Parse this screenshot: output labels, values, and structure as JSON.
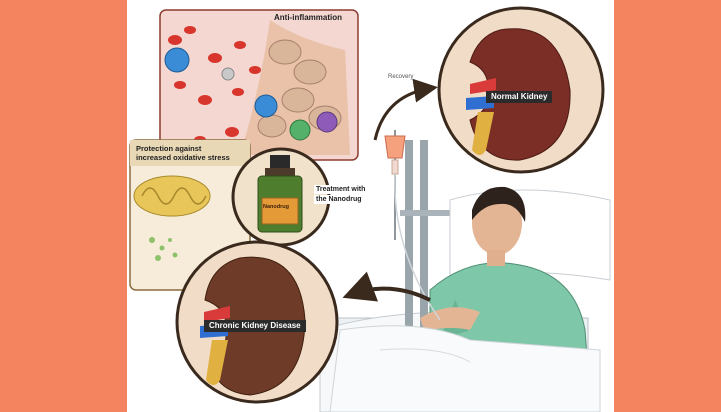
{
  "colors": {
    "side_band": "#f4845f",
    "kidney_healthy": "#7a2e26",
    "kidney_chronic": "#6e3b28",
    "circle_frame": "#3a2a1e",
    "arrow": "#3a2a1e",
    "ureter": "#e0b040",
    "vein": "#2f6fd1",
    "artery": "#d93a3a"
  },
  "icons": [
    "kidney-icon",
    "red-blood-cell-icon",
    "immune-cell-icon",
    "epithelial-cell-icon",
    "mitochondrion-icon",
    "medicine-bottle-icon",
    "iv-drip-icon",
    "hospital-bed-icon",
    "patient-icon",
    "arrow-icon"
  ],
  "labels": {
    "anti_inflammation": "Anti-inflammation",
    "oxidative_line1": "Protection against",
    "oxidative_line2": "increased oxidative stress",
    "treatment_line1": "Treatment with",
    "treatment_line2": "the Nanodrug",
    "recovery": "Recovery",
    "normal_kidney": "Normal Kidney",
    "chronic_kidney": "Chronic Kidney Disease",
    "bottle_label": "Nanodrug"
  }
}
